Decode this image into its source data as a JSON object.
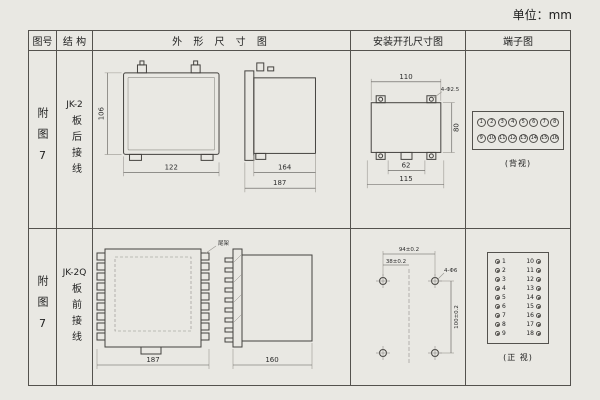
{
  "page": {
    "unit": "单位：mm"
  },
  "headers": {
    "fig_no": "图号",
    "structure": "结 构",
    "outline": "外 形 尺 寸 图",
    "install": "安装开孔尺寸图",
    "terminal": "端子图"
  },
  "row1": {
    "fig_no": "附图7",
    "model": "JK-2",
    "structure": "板后接线",
    "outline": {
      "dim_height": "106",
      "dim_width": "122",
      "dim_body": "164",
      "dim_total": "187"
    },
    "install": {
      "dim_top": "110",
      "hole_label": "4-Φ2.5",
      "dim_inner": "62",
      "dim_outer": "115",
      "dim_side": "80"
    },
    "terminal": {
      "top_row": [
        "1",
        "2",
        "3",
        "4",
        "5",
        "6",
        "7",
        "8"
      ],
      "bottom_row": [
        "9",
        "10",
        "11",
        "12",
        "13",
        "14",
        "15",
        "16"
      ],
      "caption": "(背视)"
    }
  },
  "row2": {
    "fig_no": "附图7",
    "model": "JK-2Q",
    "structure": "板前接线",
    "outline": {
      "dim_width": "187",
      "dim_depth": "160",
      "label": "尾架"
    },
    "install": {
      "dim_top": "94±0.2",
      "dim_top2": "38±0.2",
      "hole_label": "4-Φ6",
      "dim_side": "100±0.2"
    },
    "terminal": {
      "pairs": [
        [
          "1",
          "10"
        ],
        [
          "2",
          "11"
        ],
        [
          "3",
          "12"
        ],
        [
          "4",
          "13"
        ],
        [
          "5",
          "14"
        ],
        [
          "6",
          "15"
        ],
        [
          "7",
          "16"
        ],
        [
          "8",
          "17"
        ],
        [
          "9",
          "18"
        ]
      ],
      "caption": "(正 视)"
    }
  }
}
